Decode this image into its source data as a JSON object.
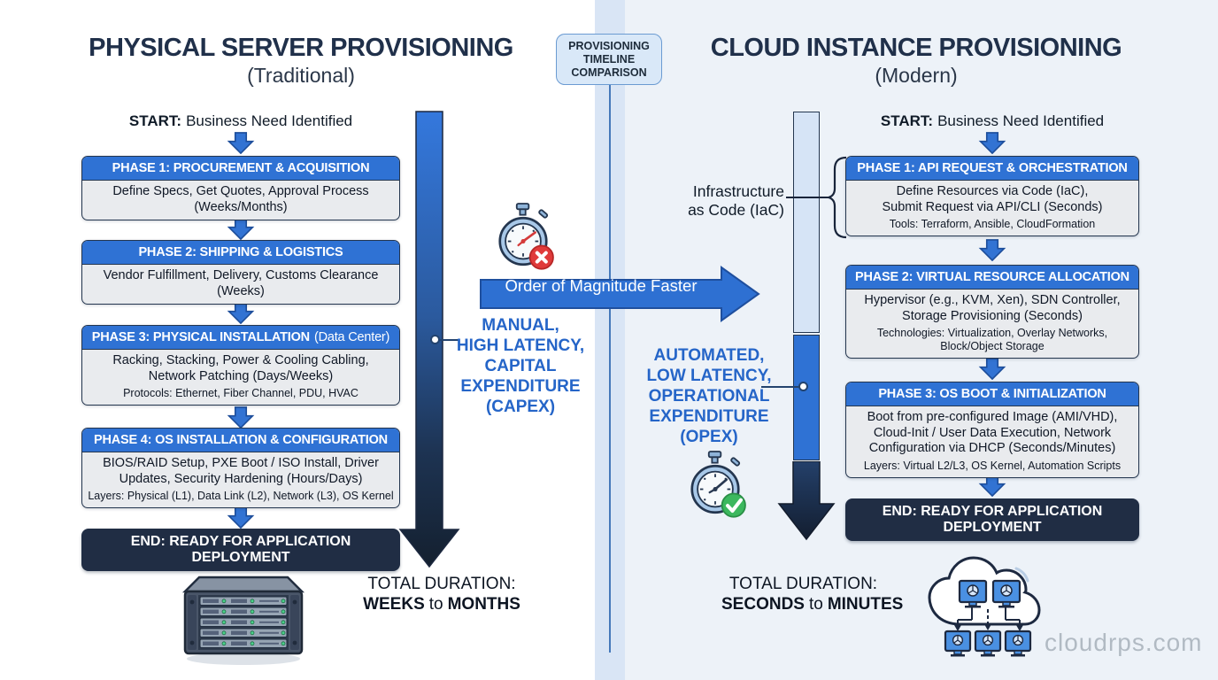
{
  "colors": {
    "accent_blue": "#2f72d4",
    "navy": "#202d44",
    "callout_blue": "#2565c8",
    "band": "#d9e5f5"
  },
  "watermark": "cloudrps.com",
  "center": {
    "badge": [
      "PROVISIONING",
      "TIMELINE",
      "COMPARISON"
    ],
    "arrow_label": "Order of Magnitude Faster",
    "left_callout": [
      "MANUAL,",
      "HIGH LATENCY,",
      "CAPITAL",
      "EXPENDITURE",
      "(CAPEX)"
    ],
    "right_callout": [
      "AUTOMATED,",
      "LOW LATENCY,",
      "OPERATIONAL",
      "EXPENDITURE",
      "(OPEX)"
    ],
    "iac_label": [
      "Infrastructure",
      "as Code (IaC)"
    ]
  },
  "left": {
    "title": "PHYSICAL SERVER PROVISIONING",
    "subtitle": "(Traditional)",
    "start_bold": "START:",
    "start_text": "Business Need Identified",
    "phases": [
      {
        "header": "PHASE 1: PROCUREMENT & ACQUISITION",
        "body": [
          "Define Specs, Get Quotes, Approval Process",
          "(Weeks/Months)"
        ]
      },
      {
        "header": "PHASE 2: SHIPPING & LOGISTICS",
        "body": [
          "Vendor Fulfillment, Delivery, Customs Clearance",
          "(Weeks)"
        ]
      },
      {
        "header": "PHASE 3: PHYSICAL INSTALLATION",
        "header_note": "(Data Center)",
        "body": [
          "Racking, Stacking, Power & Cooling Cabling,",
          "Network Patching (Days/Weeks)"
        ],
        "note": [
          "Protocols: Ethernet, Fiber Channel, PDU, HVAC"
        ]
      },
      {
        "header": "PHASE 4: OS INSTALLATION & CONFIGURATION",
        "body": [
          "BIOS/RAID Setup, PXE Boot / ISO Install, Driver",
          "Updates, Security Hardening (Hours/Days)"
        ],
        "note": [
          "Layers: Physical (L1), Data Link (L2), Network (L3), OS Kernel"
        ]
      }
    ],
    "end_label": "END: READY FOR APPLICATION DEPLOYMENT",
    "duration_title": "TOTAL DURATION:",
    "duration_bold1": "WEEKS",
    "duration_mid": "to",
    "duration_bold2": "MONTHS"
  },
  "right": {
    "title": "CLOUD INSTANCE PROVISIONING",
    "subtitle": "(Modern)",
    "start_bold": "START:",
    "start_text": "Business Need Identified",
    "phases": [
      {
        "header": "PHASE 1: API REQUEST & ORCHESTRATION",
        "body": [
          "Define Resources via Code (IaC),",
          "Submit Request via API/CLI (Seconds)"
        ],
        "note": [
          "Tools: Terraform, Ansible, CloudFormation"
        ]
      },
      {
        "header": "PHASE 2: VIRTUAL RESOURCE ALLOCATION",
        "body": [
          "Hypervisor (e.g., KVM, Xen), SDN Controller,",
          "Storage Provisioning (Seconds)"
        ],
        "note": [
          "Technologies: Virtualization, Overlay Networks,",
          "Block/Object Storage"
        ]
      },
      {
        "header": "PHASE 3: OS BOOT & INITIALIZATION",
        "body": [
          "Boot from pre-configured Image (AMI/VHD),",
          "Cloud-Init / User Data Execution, Network",
          "Configuration via DHCP (Seconds/Minutes)"
        ],
        "note": [
          "Layers: Virtual L2/L3, OS Kernel, Automation Scripts"
        ]
      }
    ],
    "end_label": "END: READY FOR APPLICATION DEPLOYMENT",
    "duration_title": "TOTAL DURATION:",
    "duration_bold1": "SECONDS",
    "duration_mid": "to",
    "duration_bold2": "MINUTES"
  }
}
